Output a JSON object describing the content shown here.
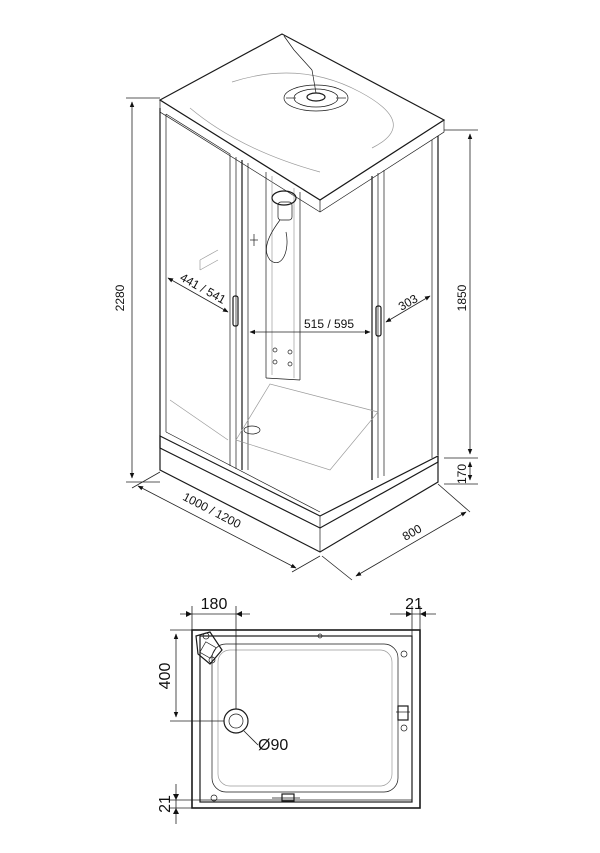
{
  "views": {
    "isometric": {
      "labels": {
        "total_height": "2280",
        "panel_height": "1850",
        "tray_height": "170",
        "width": "1000 / 1200",
        "depth": "800",
        "side_panel": "441 / 541",
        "door_opening": "515 / 595",
        "end_panel": "303"
      }
    },
    "plan": {
      "labels": {
        "corner_offset_x": "180",
        "wall_offset": "21",
        "drain_offset_y": "400",
        "drain_diameter": "Ø90",
        "bottom_offset": "21"
      }
    }
  }
}
